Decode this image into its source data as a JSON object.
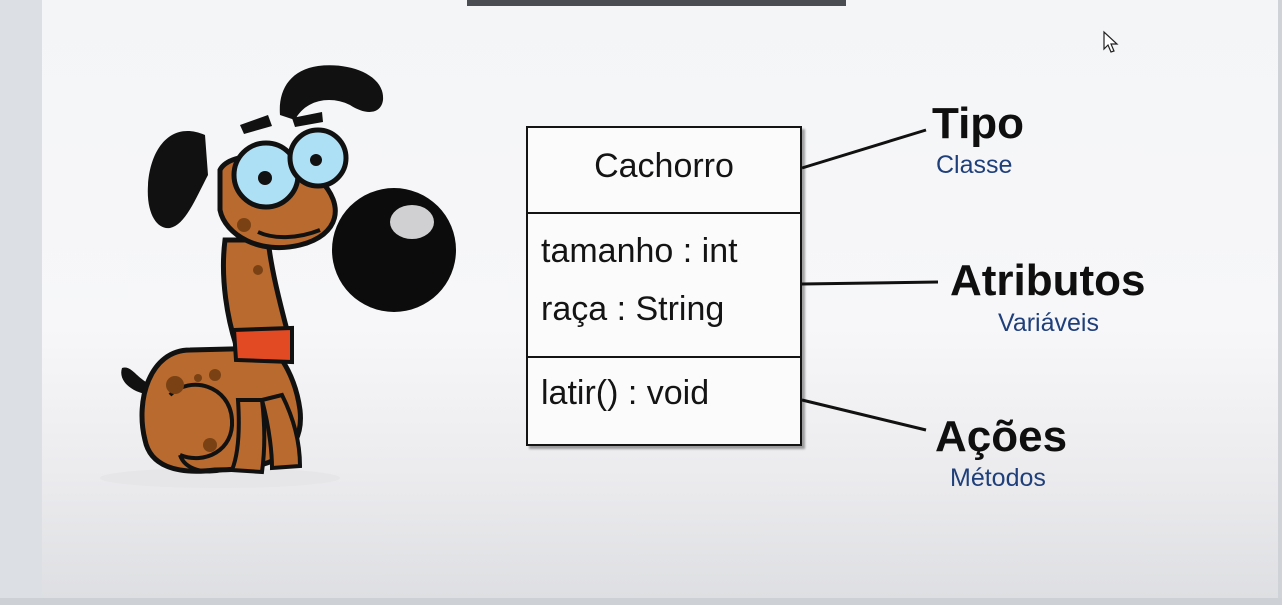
{
  "uml": {
    "class_name": "Cachorro",
    "attributes": [
      "tamanho : int",
      "raça : String"
    ],
    "methods": [
      "latir() : void"
    ]
  },
  "labels": {
    "tipo": {
      "title": "Tipo",
      "subtitle": "Classe"
    },
    "atributos": {
      "title": "Atributos",
      "subtitle": "Variáveis"
    },
    "acoes": {
      "title": "Ações",
      "subtitle": "Métodos"
    }
  },
  "colors": {
    "subtitle": "#1f3f7a",
    "dog_body": "#b96a2f",
    "dog_collar": "#e24a24",
    "dog_eyes": "#aee0f5"
  },
  "icons": [
    "dog-illustration",
    "mouse-cursor-icon"
  ]
}
